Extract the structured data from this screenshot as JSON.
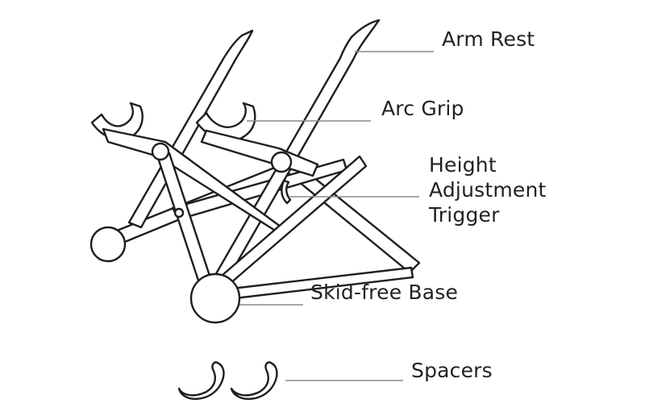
{
  "colors": {
    "stroke": "#1e1e1e",
    "leader": "#8a8a8a",
    "text": "#222222",
    "background": "#ffffff"
  },
  "labels": {
    "arm_rest": "Arm Rest",
    "arc_grip": "Arc Grip",
    "height_line1": "Height",
    "height_line2": "Adjustment",
    "height_line3": "Trigger",
    "skid_free_base": "Skid-free Base",
    "spacers": "Spacers"
  }
}
